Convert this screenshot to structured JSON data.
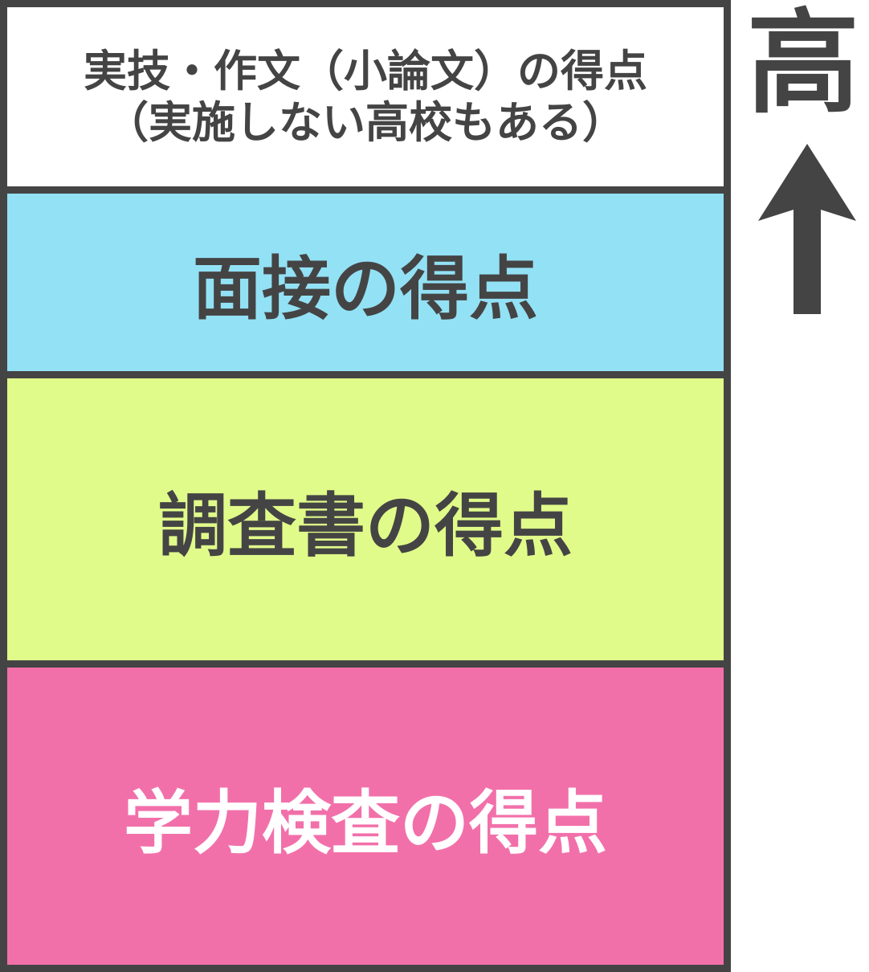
{
  "segments": [
    {
      "line1": "実技・作文（小論文）の得点",
      "line2": "（実施しない高校もある）",
      "color": "#ffffff"
    },
    {
      "label": "面接の得点",
      "color": "#93e1f5"
    },
    {
      "label": "調査書の得点",
      "color": "#e1fb8a"
    },
    {
      "label": "学力検査の得点",
      "color": "#f270aa"
    }
  ],
  "indicator": {
    "label": "高",
    "icon": "up-arrow-icon"
  }
}
